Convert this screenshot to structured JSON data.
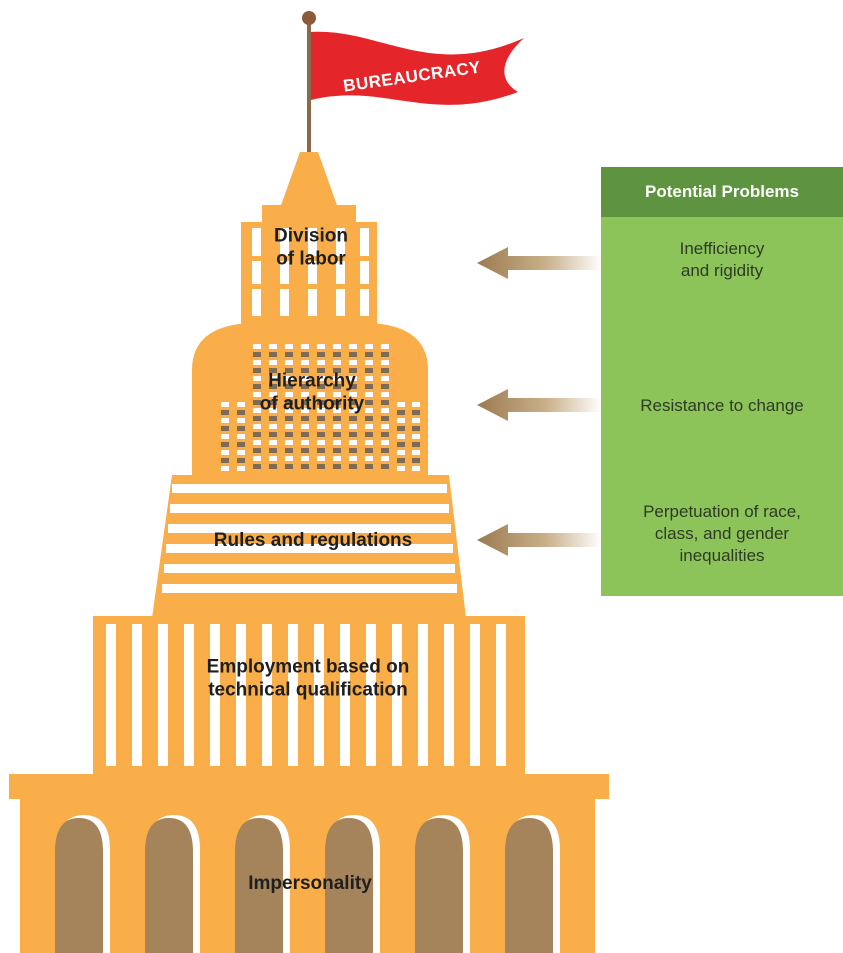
{
  "flag": {
    "text": "BUREAUCRACY"
  },
  "building": {
    "levels": [
      "Division\nof labor",
      "Hierarchy\nof authority",
      "Rules and regulations",
      "Employment based on\ntechnical qualification",
      "Impersonality"
    ]
  },
  "problems": {
    "title": "Potential Problems",
    "items": [
      "Inefficiency\nand rigidity",
      "Resistance to change",
      "Perpetuation of race,\nclass, and gender\ninequalities"
    ]
  },
  "colors": {
    "building": "#f9ae49",
    "arch": "#a5845b",
    "flag": "#e4262b",
    "panel": "#8cc45a",
    "panel_header": "#5e9440",
    "window_dark": "#7d6b55"
  }
}
